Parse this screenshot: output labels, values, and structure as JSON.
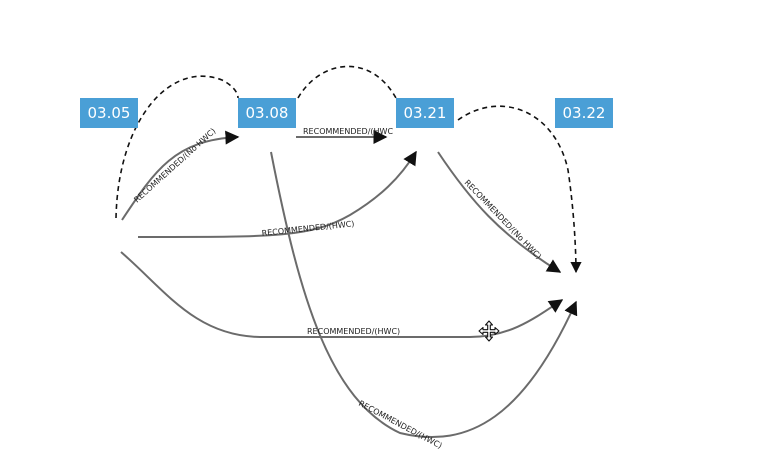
{
  "nodes": {
    "n0305": "03.05",
    "n0308": "03.08",
    "n0321": "03.21",
    "n0322": "03.22"
  },
  "edges": {
    "e0305_0308": "RECOMMENDED/(No HWC)",
    "e0308_0321": "RECOMMENDED/(HWC",
    "e0305_0321": "RECOMMENDED/(HWC)",
    "e0321_0322": "RECOMMENDED/(No HWC)",
    "e0305_0322": "RECOMMENDED/(HWC)",
    "e0308_0322": "RECOMMENDED/(HWC)"
  },
  "colors": {
    "node_fill": "#4a9fd6",
    "node_text": "#ffffff",
    "edge": "#6b6b6b"
  },
  "icons": {
    "cursor": "move-cursor-icon"
  }
}
